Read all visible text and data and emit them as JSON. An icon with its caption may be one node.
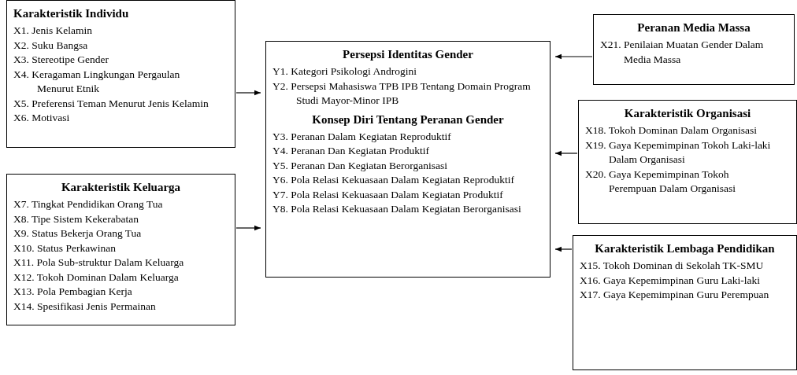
{
  "diagram": {
    "nodes": [
      {
        "text": [
          "Karakteristik Individu",
          "X1. Jenis Kelamin",
          "X2. Suku Bangsa",
          "X3. Stereotipe Gender",
          "X4. Keragaman Lingkungan Pergaulan Menurut Etnik",
          "X5. Preferensi Teman Menurut Jenis Kelamin",
          "X6. Motivasi"
        ]
      },
      {
        "text": [
          "Karakteristik Keluarga",
          "X7. Tingkat Pendidikan Orang Tua",
          "X8. Tipe Sistem Kekerabatan",
          "X9. Status Bekerja Orang Tua",
          "X10. Status Perkawinan",
          "X11. Pola Sub-struktur Dalam Keluarga",
          "X12. Tokoh Dominan Dalam Keluarga",
          "X13. Pola Pembagian Kerja",
          "X14. Spesifikasi Jenis Permainan"
        ]
      },
      {
        "text": [
          "Persepsi Identitas Gender",
          "Y1. Kategori Psikologi Androgini",
          "Y2. Persepsi Mahasiswa TPB IPB Tentang Domain Program Studi Mayor-Minor IPB",
          "Konsep Diri Tentang Peranan Gender",
          "Y3. Peranan Dalam Kegiatan Reproduktif",
          "Y4. Peranan Dan Kegiatan Produktif",
          "Y5. Peranan Dan Kegiatan Berorganisasi",
          "Y6. Pola Relasi Kekuasaan Dalam Kegiatan Reproduktif",
          "Y7. Pola Relasi Kekuasaan Dalam Kegiatan Produktif",
          "Y8. Pola Relasi Kekuasaan Dalam Kegiatan Berorganisasi"
        ]
      },
      {
        "text": [
          "Peranan Media Massa",
          "X21. Penilaian Muatan Gender Dalam Media Massa"
        ]
      },
      {
        "text": [
          "Karakteristik Organisasi",
          "X18. Tokoh Dominan Dalam Organisasi",
          "X19. Gaya Kepemimpinan Tokoh Laki-laki Dalam Organisasi",
          "X20. Gaya Kepemimpinan Tokoh Perempuan Dalam Organisasi"
        ]
      },
      {
        "text": [
          "Karakteristik Lembaga Pendidikan",
          "X15. Tokoh Dominan di Sekolah TK-SMU",
          "X16. Gaya Kepemimpinan Guru Laki-laki",
          "X17. Gaya Kepemimpinan Guru Perempuan"
        ]
      }
    ],
    "edges": [
      {
        "from": 0,
        "to": 2,
        "arrow": "to"
      },
      {
        "from": 1,
        "to": 2,
        "arrow": "to"
      },
      {
        "from": 3,
        "to": 2,
        "arrow": "to"
      },
      {
        "from": 4,
        "to": 2,
        "arrow": "to"
      },
      {
        "from": 5,
        "to": 2,
        "arrow": "to"
      }
    ]
  }
}
